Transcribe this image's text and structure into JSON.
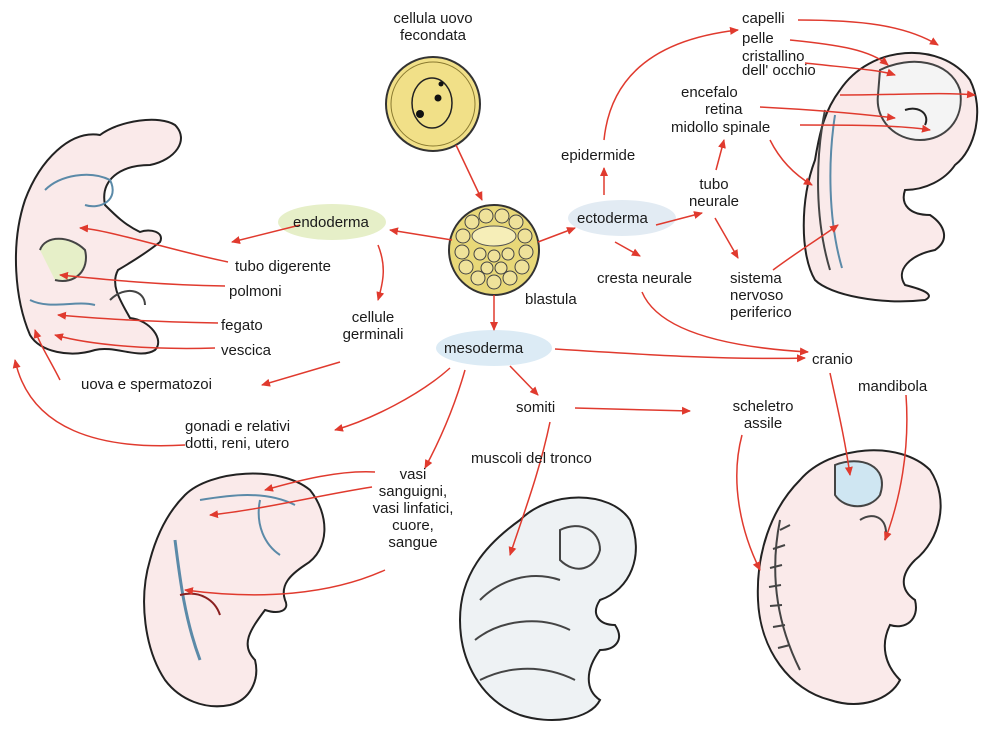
{
  "colors": {
    "arrow": "#e03a2e",
    "endoderm_fill": "#e6efc8",
    "ectoderm_fill": "#e2ebf3",
    "mesoderm_fill": "#dcebf5",
    "egg_fill": "#f1e088",
    "blastula_fill": "#e8d878",
    "embryo_outline": "#222222",
    "embryo_fill": "#f6dede",
    "skeleton_fill": "#cfe6f2"
  },
  "center": {
    "egg_label": "cellula uovo\nfecondata",
    "blastula_label": "blastula"
  },
  "germ_layers": {
    "endoderm": "endoderma",
    "ectoderm": "ectoderma",
    "mesoderm": "mesoderma"
  },
  "endoderm": {
    "gut": "tubo digerente",
    "lungs": "polmoni",
    "liver": "fegato",
    "bladder": "vescica",
    "germ_cells": "cellule\ngerminali",
    "gametes": "uova e spermatozoi"
  },
  "ectoderm": {
    "epidermis": "epidermide",
    "neural_tube": "tubo\nneurale",
    "neural_crest": "cresta neurale",
    "hair": "capelli",
    "skin": "pelle",
    "lens": "cristallino\ndell' occhio",
    "brain": "encefalo",
    "retina": "retina",
    "spinal_cord": "midollo spinale",
    "pns": "sistema\nnervoso\nperiferico"
  },
  "mesoderm": {
    "skull": "cranio",
    "jaw": "mandibola",
    "somites": "somiti",
    "axial_skeleton": "scheletro\nassile",
    "trunk_muscles": "muscoli del tronco",
    "gonads": "gonadi e relativi\ndotti, reni, utero",
    "vessels": "vasi\nsanguigni,\nvasi linfatici,\ncuore,\nsangue"
  }
}
